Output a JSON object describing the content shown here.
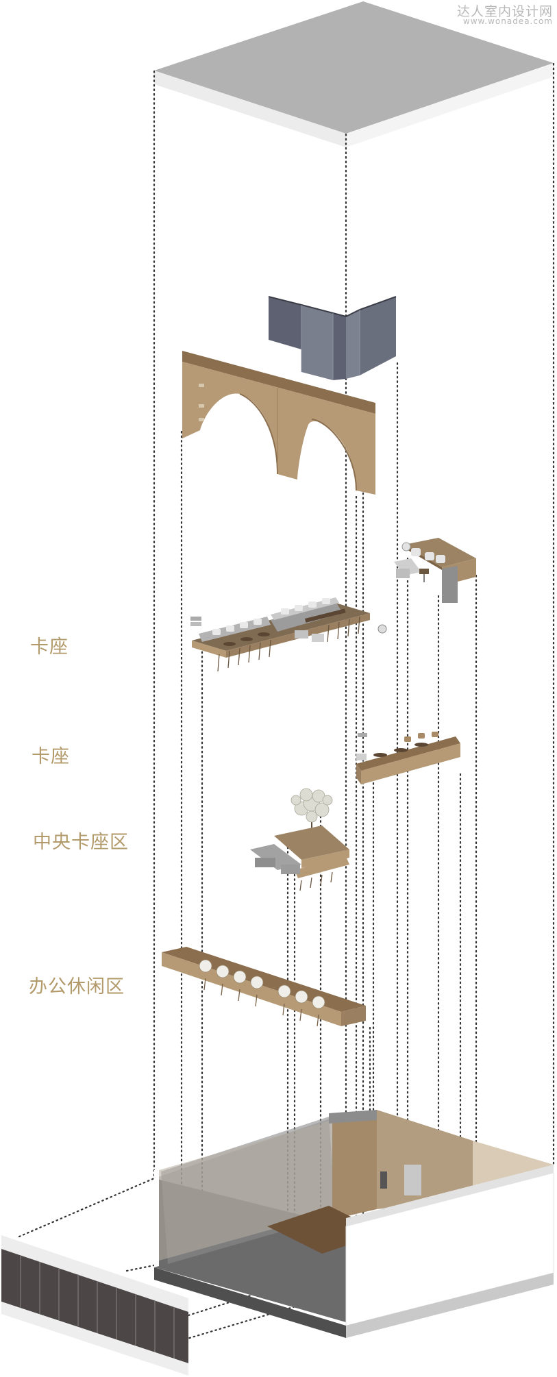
{
  "watermark": {
    "site_name": "达人室内设计网",
    "site_url": "www.wonadea.com"
  },
  "zones": {
    "booth_upper": "卡座",
    "booth_lower": "卡座",
    "central_booth": "中央卡座区",
    "office_lounge": "办公休闲区"
  },
  "colors": {
    "label_gold": "#b39a6b",
    "wood": "#b59a75",
    "wood_dark": "#8a6e4e",
    "slate": "#6e7383",
    "roof_gray": "#b4b4b4"
  }
}
